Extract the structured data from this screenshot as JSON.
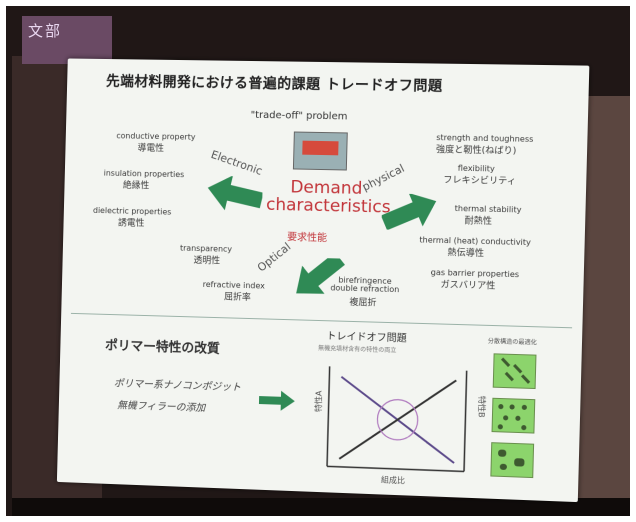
{
  "sign_text": "文部",
  "slide": {
    "title": "先端材料開発における普遍的課題 トレードオフ問題",
    "tradeoff_label": "\"trade-off\" problem",
    "center": {
      "title_line1": "Demand",
      "title_line2": "characteristics",
      "title_jp": "要求性能"
    },
    "categories": {
      "electronic": "Electronic",
      "physical": "physical",
      "optical": "Optical"
    },
    "left_items": [
      {
        "en": "conductive property",
        "jp": "導電性"
      },
      {
        "en": "insulation properties",
        "jp": "絶縁性"
      },
      {
        "en": "dielectric properties",
        "jp": "誘電性"
      }
    ],
    "right_items": [
      {
        "en": "strength and toughness",
        "jp": "強度と靭性(ねばり)"
      },
      {
        "en": "flexibility",
        "jp": "フレキシビリティ"
      },
      {
        "en": "thermal stability",
        "jp": "耐熱性"
      },
      {
        "en": "thermal (heat) conductivity",
        "jp": "熱伝導性"
      },
      {
        "en": "gas barrier properties",
        "jp": "ガスバリア性"
      }
    ],
    "bottom_items": [
      {
        "en": "transparency",
        "jp": "透明性"
      },
      {
        "en": "refractive index",
        "jp": "屈折率"
      },
      {
        "en": "birefringence double refraction",
        "jp": "複屈折"
      }
    ],
    "bottom_section": {
      "heading": "ポリマー特性の改質",
      "nano_line1": "ポリマー系ナノコンポジット",
      "nano_line2": "無機フィラーの添加",
      "tradeoff_title": "トレイドオフ問題",
      "tradeoff_sub": "無機充填材含有の特性の両立",
      "graph_left_label": "特性A",
      "graph_right_label": "特性B",
      "graph_bottom_label": "組成比",
      "tiles_title": "分散構造の最適化"
    }
  },
  "colors": {
    "arrow": "#2f8a55",
    "accent": "#c2353a",
    "tile": "#8cd46c"
  }
}
